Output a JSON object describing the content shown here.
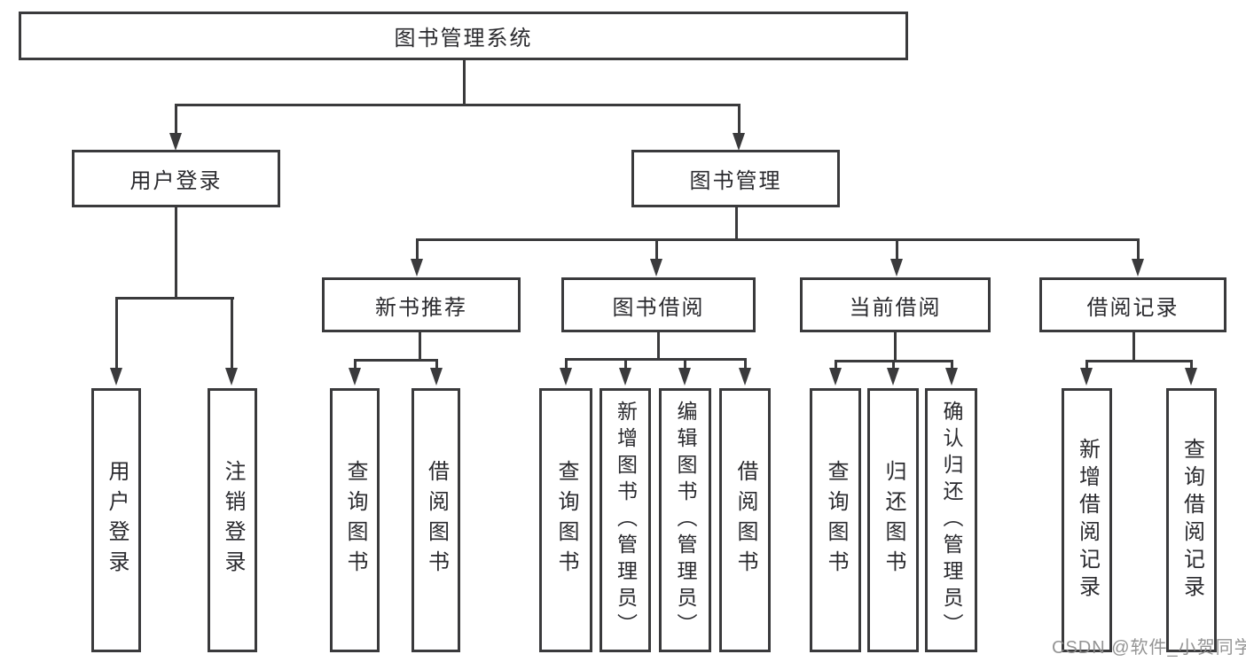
{
  "title": "图书管理系统",
  "level2": [
    {
      "label": "用户登录"
    },
    {
      "label": "图书管理"
    }
  ],
  "level3": [
    {
      "label": "新书推荐"
    },
    {
      "label": "图书借阅"
    },
    {
      "label": "当前借阅"
    },
    {
      "label": "借阅记录"
    }
  ],
  "leaves": [
    {
      "label": "用户登录"
    },
    {
      "label": "注销登录"
    },
    {
      "label": "查询图书"
    },
    {
      "label": "借阅图书"
    },
    {
      "label": "查询图书"
    },
    {
      "label": "新增图书（管理员）"
    },
    {
      "label": "编辑图书（管理员）"
    },
    {
      "label": "借阅图书"
    },
    {
      "label": "查询图书"
    },
    {
      "label": "归还图书"
    },
    {
      "label": "确认归还（管理员）"
    },
    {
      "label": "新增借阅记录"
    },
    {
      "label": "查询借阅记录"
    }
  ],
  "watermark": "CSDN @软件_小贺同学",
  "colors": {
    "line": "#3a3a3c",
    "text": "#2a2a2e",
    "watermark": "#8c8c8c",
    "background": "#ffffff"
  }
}
